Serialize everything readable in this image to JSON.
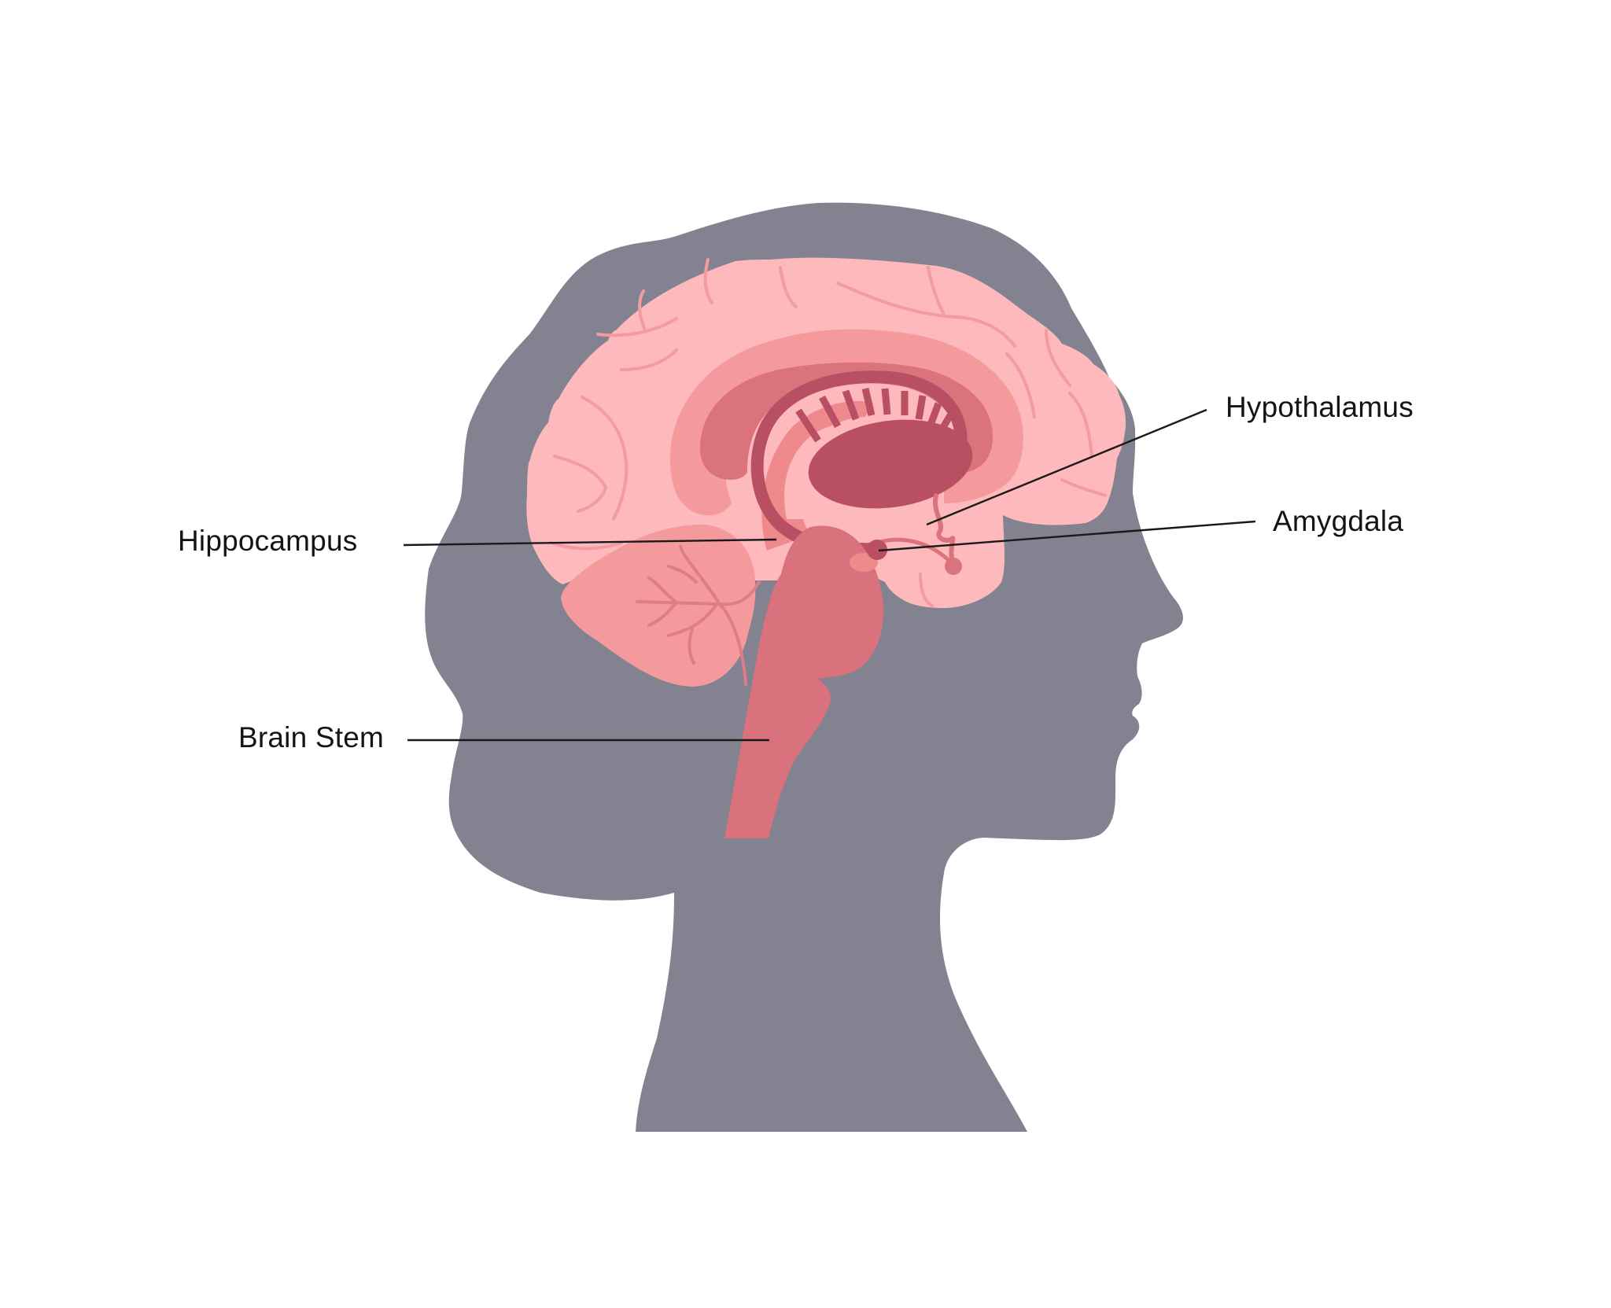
{
  "diagram": {
    "type": "anatomy-illustration",
    "subject": "sagittal view of human brain inside head silhouette",
    "colors": {
      "background": "#ffffff",
      "silhouette": "#828290",
      "cortex": "#fdb9bb",
      "cortex_sulci": "#f29ba0",
      "cingulate": "#f49a9c",
      "corpus_callosum": "#db737d",
      "inner_band": "#f0898c",
      "fornix_thalamus": "#b94f63",
      "cerebellum": "#f49a9c",
      "cerebellum_veins": "#df7c86",
      "brain_stem": "#d9727d",
      "leader_line": "#1a1a1a",
      "label_text": "#141414"
    },
    "labels": [
      {
        "id": "hippocampus",
        "text": "Hippocampus"
      },
      {
        "id": "hypothalamus",
        "text": "Hypothalamus"
      },
      {
        "id": "amygdala",
        "text": "Amygdala"
      },
      {
        "id": "brain-stem",
        "text": "Brain Stem"
      }
    ]
  }
}
